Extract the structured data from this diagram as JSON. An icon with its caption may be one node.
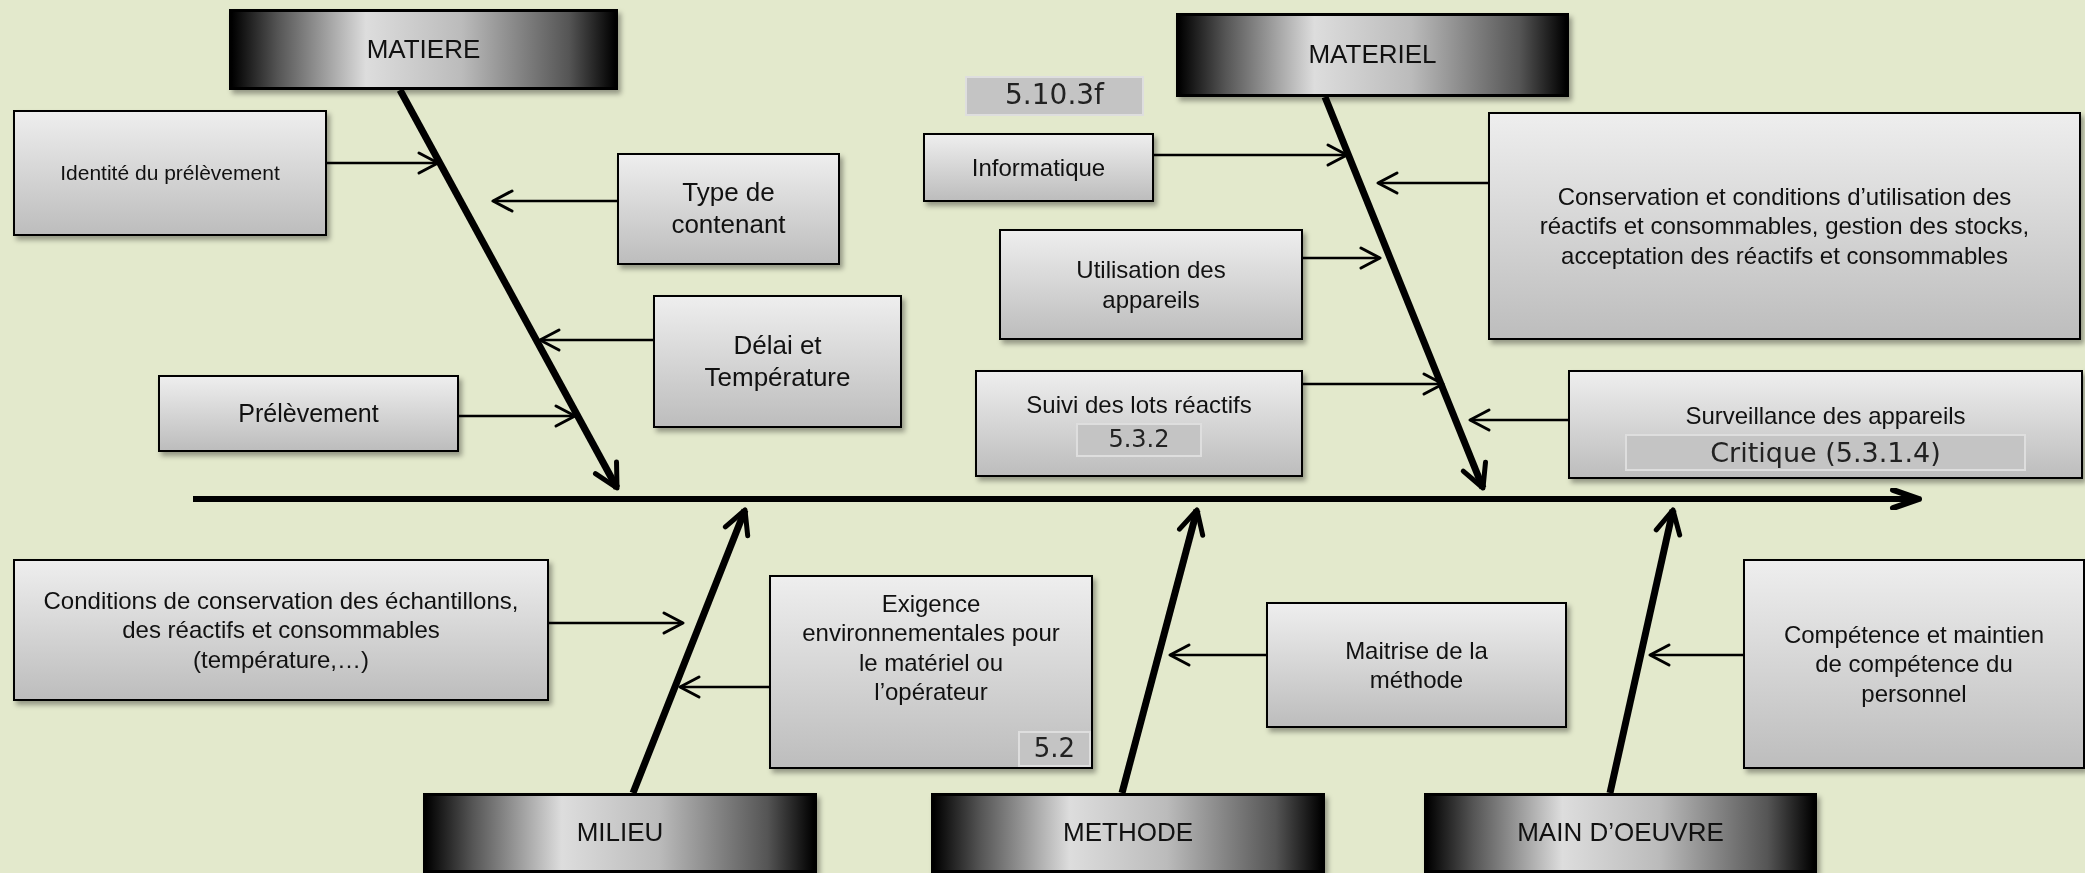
{
  "diagram": {
    "nodes": [
      {
        "text": [
          "MATIERE"
        ]
      },
      {
        "text": [
          "MATERIEL"
        ]
      },
      {
        "text": [
          "Identité du prélèvement"
        ]
      },
      {
        "text": [
          "Type de contenant"
        ]
      },
      {
        "text": [
          "Informatique"
        ]
      },
      {
        "text": [
          "Conservation et conditions d’utilisation des réactifs et consommables, gestion des stocks, acceptation des réactifs et consommables"
        ]
      },
      {
        "text": [
          "Utilisation des appareils"
        ]
      },
      {
        "text": [
          "Délai et Température"
        ]
      },
      {
        "text": [
          "Prélèvement"
        ]
      },
      {
        "text": [
          "Suivi des lots réactifs",
          "5.3.2"
        ]
      },
      {
        "text": [
          "Surveillance des appareils",
          "Critique (5.3.1.4)"
        ]
      },
      {
        "text": [],
        "shape": "bar"
      },
      {
        "text": [
          "Conditions de conservation des échantillons, des réactifs et consommables (température,…)"
        ]
      },
      {
        "text": [
          "Exigence environnementales pour le matériel ou l’opérateur",
          "5.2"
        ]
      },
      {
        "text": [
          "Maitrise de la méthode"
        ]
      },
      {
        "text": [
          "Compétence et maintien de compétence du personnel"
        ]
      },
      {
        "text": [
          "MILIEU"
        ]
      },
      {
        "text": [
          "METHODE"
        ]
      },
      {
        "text": [
          "MAIN D’OEUVRE"
        ]
      }
    ],
    "edges": [
      {
        "from": 0,
        "to": 11,
        "arrow": "to",
        "style": "thick"
      },
      {
        "from": 1,
        "to": 11,
        "arrow": "to",
        "style": "thick"
      },
      {
        "from": 2,
        "to": null,
        "arrow": "to"
      },
      {
        "from": 3,
        "to": null,
        "arrow": "to"
      },
      {
        "from": 4,
        "to": null,
        "arrow": "to"
      },
      {
        "from": 5,
        "to": null,
        "arrow": "to"
      },
      {
        "from": 6,
        "to": null,
        "arrow": "to"
      },
      {
        "from": 7,
        "to": null,
        "arrow": "to"
      },
      {
        "from": 8,
        "to": null,
        "arrow": "to"
      },
      {
        "from": 9,
        "to": null,
        "arrow": "to"
      },
      {
        "from": 10,
        "to": null,
        "arrow": "to"
      },
      {
        "from": 12,
        "to": null,
        "arrow": "to"
      },
      {
        "from": 13,
        "to": null,
        "arrow": "to"
      },
      {
        "from": 14,
        "to": null,
        "arrow": "to"
      },
      {
        "from": 15,
        "to": null,
        "arrow": "to"
      },
      {
        "from": 16,
        "to": 11,
        "arrow": "to",
        "style": "thick"
      },
      {
        "from": 17,
        "to": 11,
        "arrow": "to",
        "style": "thick"
      },
      {
        "from": 18,
        "to": 11,
        "arrow": "to",
        "style": "thick"
      }
    ],
    "labels": [
      "5.10.3f"
    ]
  }
}
